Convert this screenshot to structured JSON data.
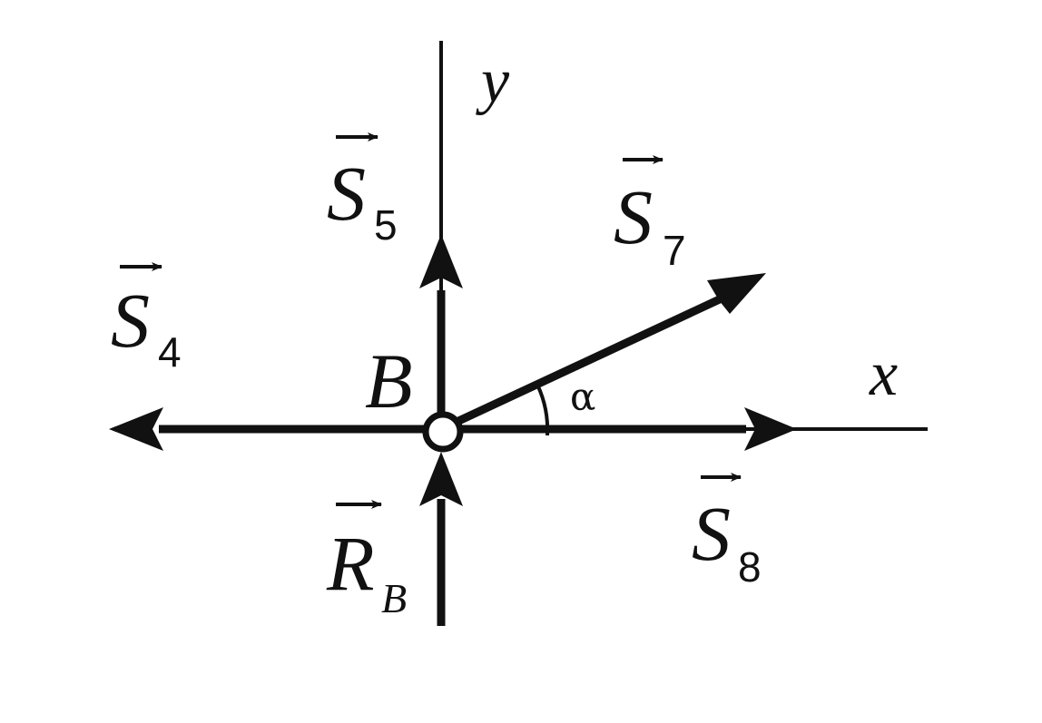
{
  "axes": {
    "x_label": "x",
    "y_label": "y"
  },
  "node": {
    "label": "B"
  },
  "angle": {
    "label": "α"
  },
  "vectors": [
    {
      "name": "S",
      "subscript": "5"
    },
    {
      "name": "S",
      "subscript": "7"
    },
    {
      "name": "S",
      "subscript": "4"
    },
    {
      "name": "S",
      "subscript": "8"
    },
    {
      "name": "R",
      "subscript": "B"
    }
  ],
  "colors": {
    "ink": "#111111",
    "background": "#ffffff"
  }
}
